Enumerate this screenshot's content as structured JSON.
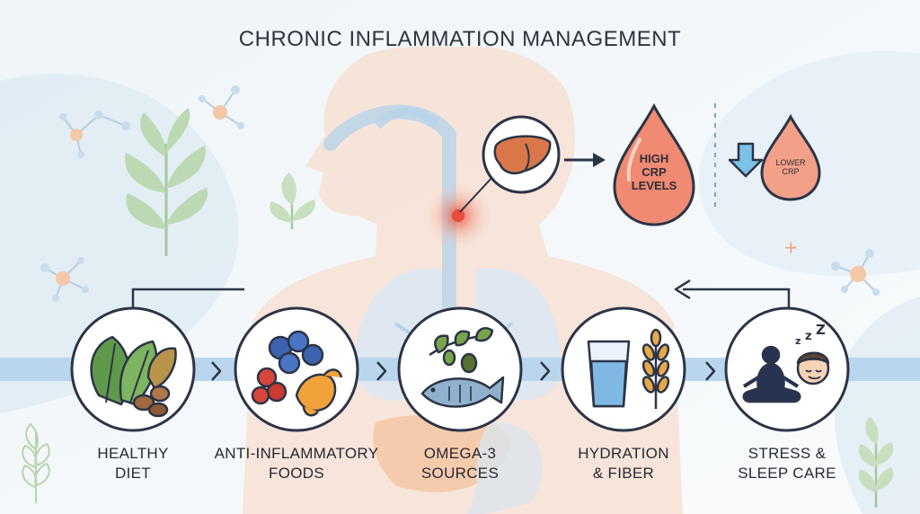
{
  "title": "CHRONIC INFLAMMATION MANAGEMENT",
  "marker_high": {
    "lines": [
      "HIGH",
      "CRP",
      "LEVELS"
    ],
    "fill": "#f08a72"
  },
  "marker_low": {
    "lines": [
      "LOWER",
      "CRP"
    ],
    "fill": "#f3a088"
  },
  "steps": [
    {
      "lines": [
        "HEALTHY",
        "DIET"
      ],
      "icon": "leafy-greens-nuts-icon"
    },
    {
      "lines": [
        "ANTI-INFLAMMATORY",
        "FOODS"
      ],
      "icon": "berries-turmeric-icon"
    },
    {
      "lines": [
        "OMEGA-3",
        "SOURCES"
      ],
      "icon": "olive-fish-icon"
    },
    {
      "lines": [
        "HYDRATION",
        "& FIBER"
      ],
      "icon": "water-glass-wheat-icon"
    },
    {
      "lines": [
        "STRESS &",
        "SLEEP CARE"
      ],
      "icon": "meditation-sleep-icon"
    }
  ],
  "colors": {
    "band": "#b9d6ee",
    "outline": "#2c3446",
    "body": "#f6dccd",
    "accent_blue": "#6fa8dc"
  }
}
